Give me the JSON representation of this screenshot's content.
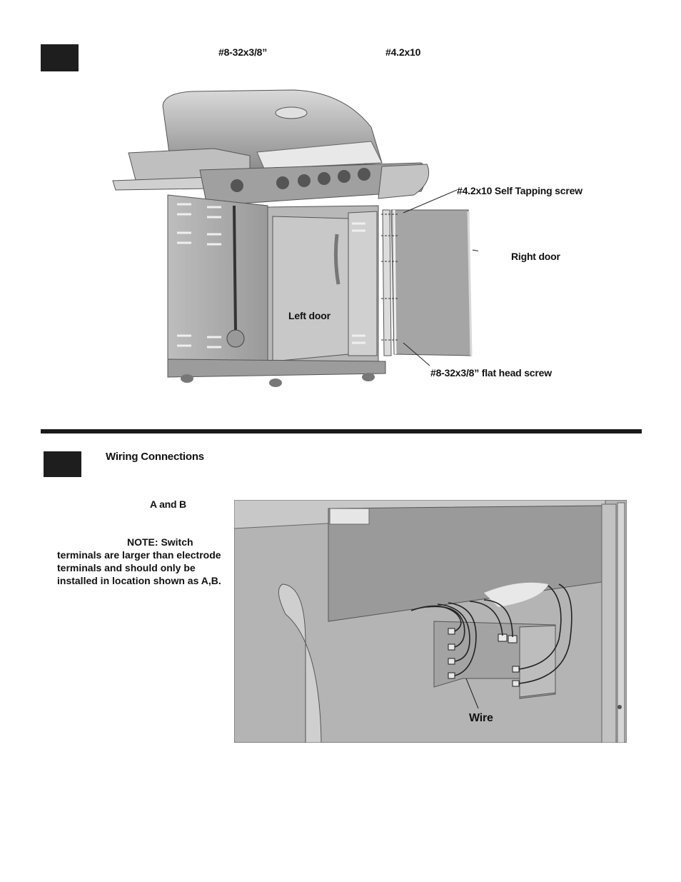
{
  "step1": {
    "hardware_a": "#8-32x3/8”",
    "hardware_b": "#4.2x10",
    "callouts": {
      "self_tapping": "#4.2x10 Self Tapping screw",
      "right_door": "Right door",
      "left_door": "Left door",
      "flat_head": "#8-32x3/8” flat head screw"
    }
  },
  "step2": {
    "title": "Wiring Connections",
    "a_and_b": "A and B",
    "note_lead": "NOTE: Switch",
    "note_rest": "terminals are larger than electrode terminals and should only be installed in location shown as A,B.",
    "wire_label": "Wire"
  },
  "colors": {
    "step_box": "#1e1e1e",
    "rule": "#1a1a1a",
    "grill_body": "#a8a8a8",
    "panel_gray": "#b4b4b4"
  },
  "icons": {
    "step_marker": "filled-square"
  }
}
